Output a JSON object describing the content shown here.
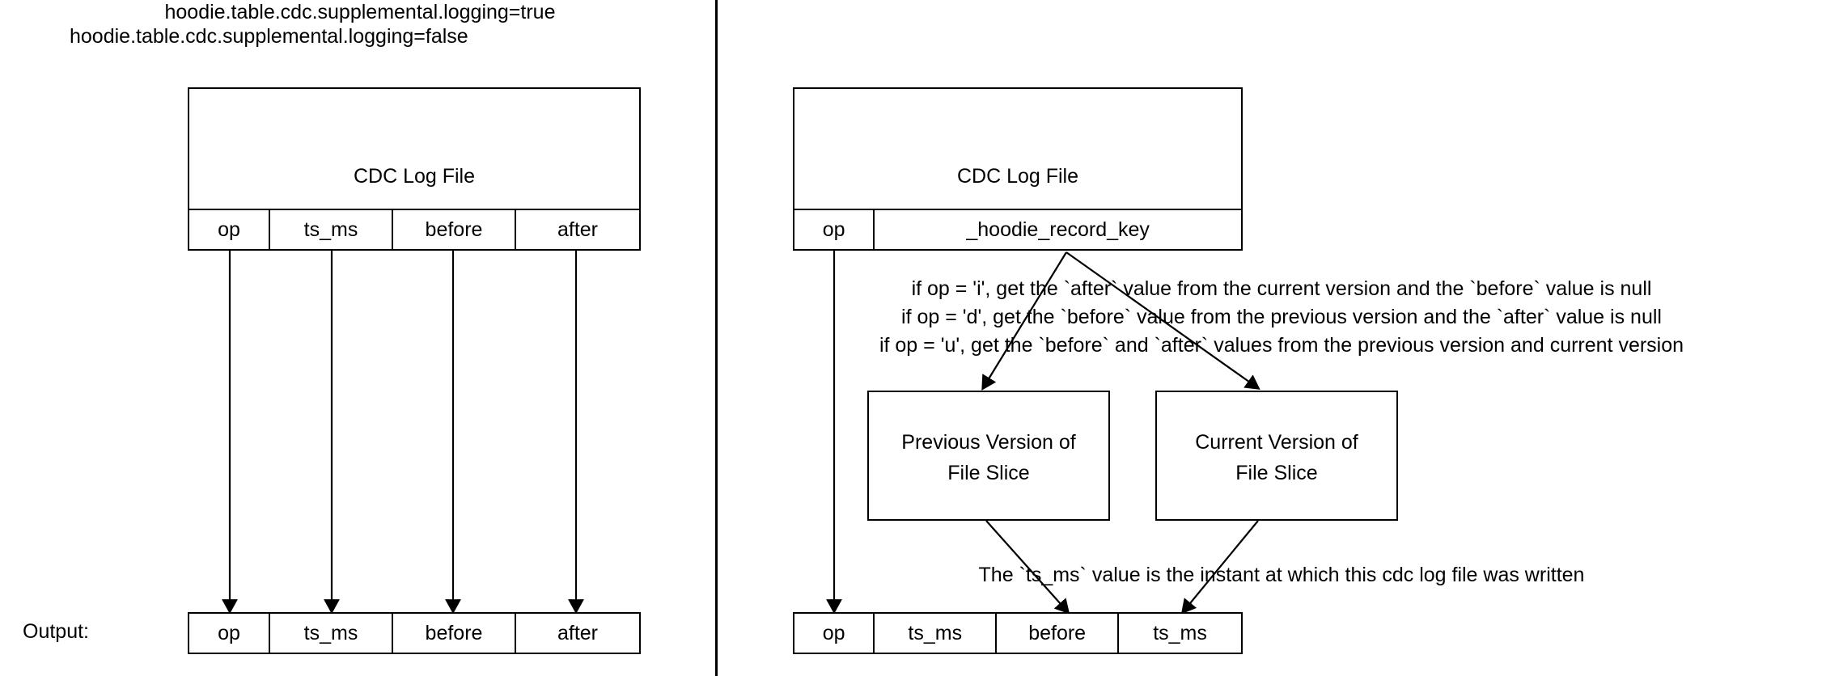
{
  "diagram": {
    "title_left": "hoodie.table.cdc.supplemental.logging=true",
    "title_right": "hoodie.table.cdc.supplemental.logging=false",
    "output_label": "Output:"
  },
  "left_panel": {
    "log_file": {
      "title": "CDC Log File",
      "columns": [
        "op",
        "ts_ms",
        "before",
        "after"
      ]
    },
    "output_row": {
      "columns": [
        "op",
        "ts_ms",
        "before",
        "after"
      ]
    }
  },
  "right_panel": {
    "log_file": {
      "title": "CDC Log File",
      "columns": [
        "op",
        "_hoodie_record_key"
      ]
    },
    "rules": [
      "if op = 'i', get the `after` value from the current version and the `before` value is null",
      "if op = 'd', get the `before` value from the previous version  and the `after` value is null",
      "if op = 'u', get the `before` and `after` values from the previous version and current version"
    ],
    "boxes": [
      {
        "line1": "Previous Version of",
        "line2": "File Slice"
      },
      {
        "line1": "Current Version of",
        "line2": "File Slice"
      }
    ],
    "ts_note": "The `ts_ms` value is the instant at which this cdc log file was written",
    "output_row": {
      "columns": [
        "op",
        "ts_ms",
        "before",
        "ts_ms"
      ]
    }
  },
  "style": {
    "stroke": "#000000",
    "background": "#ffffff"
  }
}
